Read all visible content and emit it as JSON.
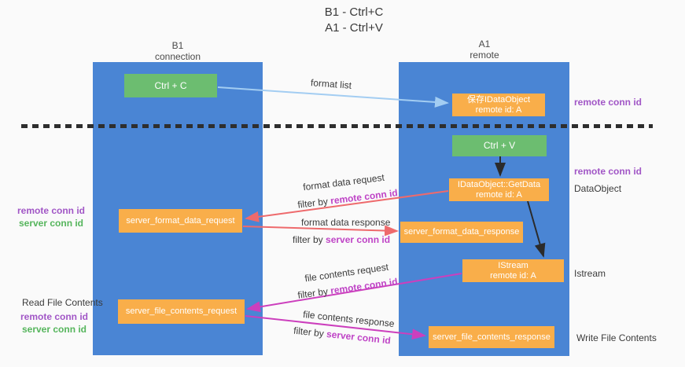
{
  "title": {
    "line1": "B1 - Ctrl+C",
    "line2": "A1 - Ctrl+V"
  },
  "lanes": {
    "b1": {
      "title": "B1",
      "subtitle": "connection"
    },
    "a1": {
      "title": "A1",
      "subtitle": "remote"
    }
  },
  "nodes": {
    "ctrl_c": {
      "label": "Ctrl + C"
    },
    "save_idataobject": {
      "line1": "保存IDataObject",
      "line2": "remote id: A"
    },
    "ctrl_v": {
      "label": "Ctrl + V"
    },
    "getdata": {
      "line1": "IDataObject::GetData",
      "line2": "remote id: A"
    },
    "server_format_data_request": {
      "label": "server_format_data_request"
    },
    "server_format_data_response": {
      "label": "server_format_data_response"
    },
    "istream": {
      "line1": "IStream",
      "line2": "remote id: A"
    },
    "server_file_contents_request": {
      "label": "server_file_contents_request"
    },
    "server_file_contents_response": {
      "label": "server_file_contents_response"
    }
  },
  "edge_labels": {
    "format_list": "format list",
    "format_data_request": "format data request",
    "format_data_response": "format data response",
    "file_contents_request": "file contents request",
    "file_contents_response": "file contents response",
    "filter_by": "filter by",
    "remote_conn_id": "remote conn id",
    "server_conn_id": "server conn id"
  },
  "side_labels": {
    "left": {
      "format_remote": "remote conn id",
      "format_server": "server conn id",
      "read_file_contents": "Read File Contents",
      "file_remote": "remote conn id",
      "file_server": "server conn id"
    },
    "right": {
      "top_remote": "remote conn id",
      "mid_remote": "remote conn id",
      "dataobject": "DataObject",
      "istream": "Istream",
      "write_file_contents": "Write File Contents"
    }
  },
  "colors": {
    "lane_blue": "#4a85d4",
    "node_green": "#6cbd70",
    "node_orange": "#f9ae4a",
    "arrow_light_blue": "#a3cdf2",
    "arrow_salmon": "#ee6a6c",
    "arrow_magenta": "#cc3fbd",
    "arrow_black": "#2b2b2b",
    "text_purple": "#a156c6",
    "text_magenta": "#bf44c6",
    "text_green": "#55b55c"
  }
}
